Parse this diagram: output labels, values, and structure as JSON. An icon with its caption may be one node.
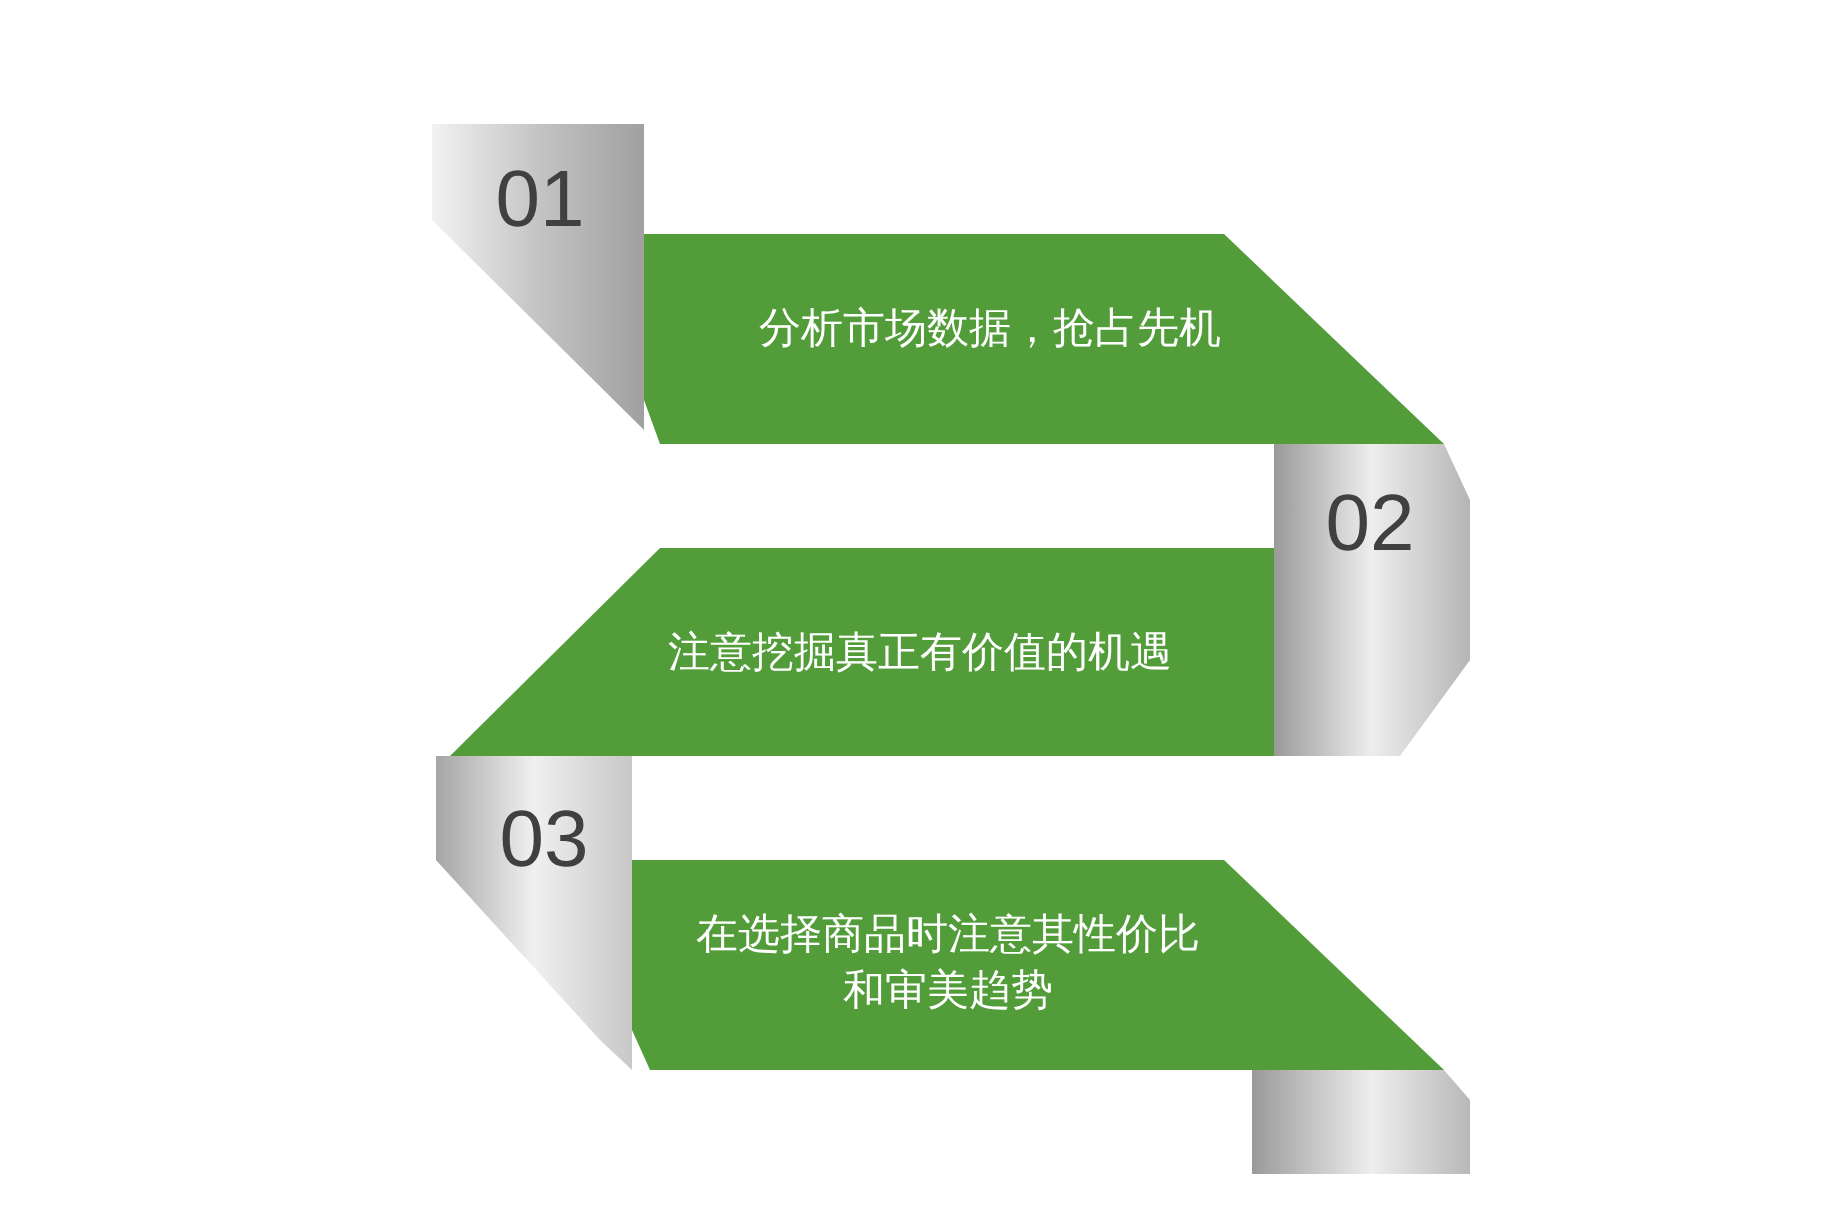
{
  "diagram": {
    "nodes": [
      {
        "text": [
          "01"
        ]
      },
      {
        "text": [
          "分析市场数据，抢占先机"
        ]
      },
      {
        "text": [
          "02"
        ]
      },
      {
        "text": [
          "注意挖掘真正有价值的机遇"
        ]
      },
      {
        "text": [
          "03"
        ]
      },
      {
        "text": [
          "在选择商品时注意其性价比和审美趋势"
        ]
      }
    ]
  }
}
